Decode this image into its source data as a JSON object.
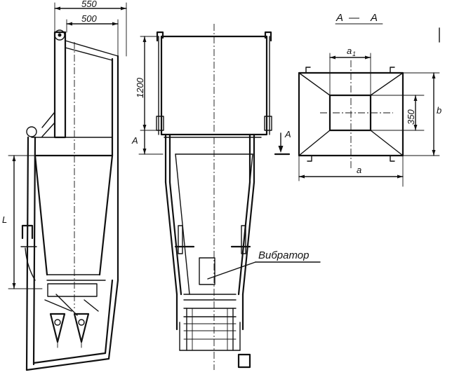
{
  "side_view": {
    "dim_550": "550",
    "dim_500": "500",
    "dim_L": "L"
  },
  "front_view": {
    "dim_1200": "1200",
    "dim_A": "A",
    "section_mark": "A",
    "vibrator_label": "Вибратор"
  },
  "section_view": {
    "title_left": "A",
    "title_dash": "—",
    "title_right": "A",
    "dim_a1_base": "a",
    "dim_a1_sub": "1",
    "dim_350": "350",
    "dim_b": "b",
    "dim_a": "a"
  },
  "colors": {
    "line": "#111111",
    "background": "#ffffff"
  }
}
